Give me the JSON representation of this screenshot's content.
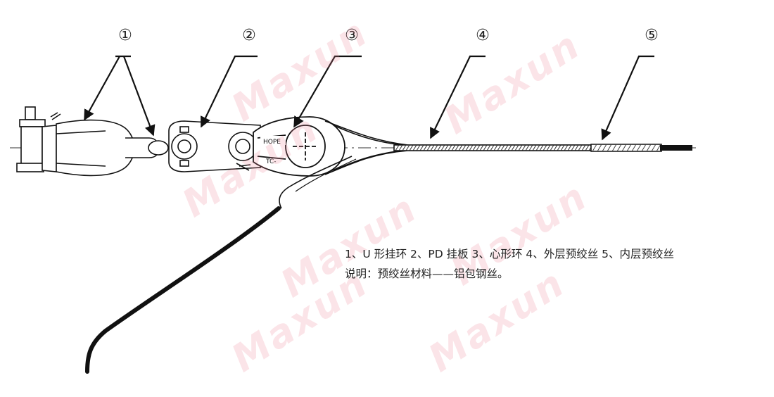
{
  "callouts": [
    "①",
    "②",
    "③",
    "④",
    "⑤"
  ],
  "plate_marks": [
    "HOPE",
    "TC-"
  ],
  "caption_line1": "1、U 形挂环  2、PD 挂板  3、心形环  4、外层预绞丝  5、内层预绞丝",
  "caption_line2": "说明：预绞丝材料——铝包钢丝。",
  "watermark": "Maxun",
  "colors": {
    "line": "#1a1a1a",
    "watermark": "#ef8fa2",
    "caption": "#222222"
  }
}
